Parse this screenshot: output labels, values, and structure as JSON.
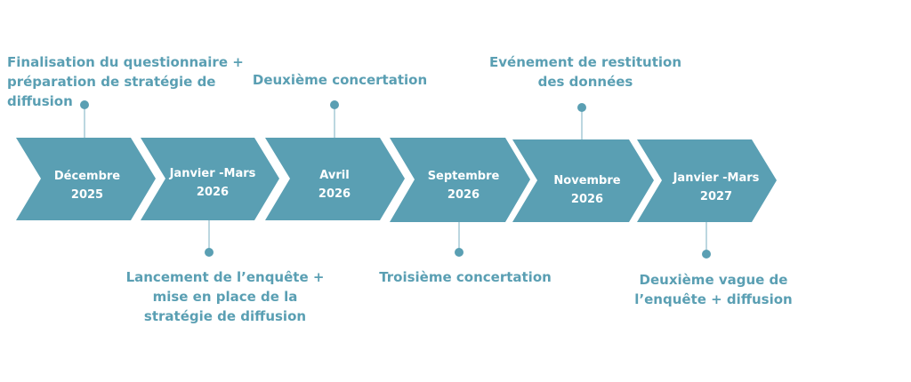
{
  "colors": {
    "accent": "#5a9fb3",
    "text_on_accent": "#ffffff"
  },
  "steps": [
    {
      "line1": "Décembre",
      "line2": "2025",
      "note": [
        "Finalisation du questionnaire +",
        "préparation de stratégie de",
        "diffusion"
      ],
      "note_position": "top"
    },
    {
      "line1": "Janvier -Mars",
      "line2": "2026",
      "note": [
        "Lancement de l’enquête  +",
        "mise en place de la",
        "stratégie de diffusion"
      ],
      "note_position": "bottom"
    },
    {
      "line1": "Avril",
      "line2": "2026",
      "note": [
        "Deuxième concertation"
      ],
      "note_position": "top"
    },
    {
      "line1": "Septembre",
      "line2": "2026",
      "note": [
        "Troisième concertation"
      ],
      "note_position": "bottom"
    },
    {
      "line1": "Novembre",
      "line2": "2026",
      "note": [
        "Evénement de restitution",
        "des données"
      ],
      "note_position": "top"
    },
    {
      "line1": "Janvier -Mars",
      "line2": "2027",
      "note": [
        "Deuxième vague de",
        "l’enquête + diffusion"
      ],
      "note_position": "bottom"
    }
  ]
}
